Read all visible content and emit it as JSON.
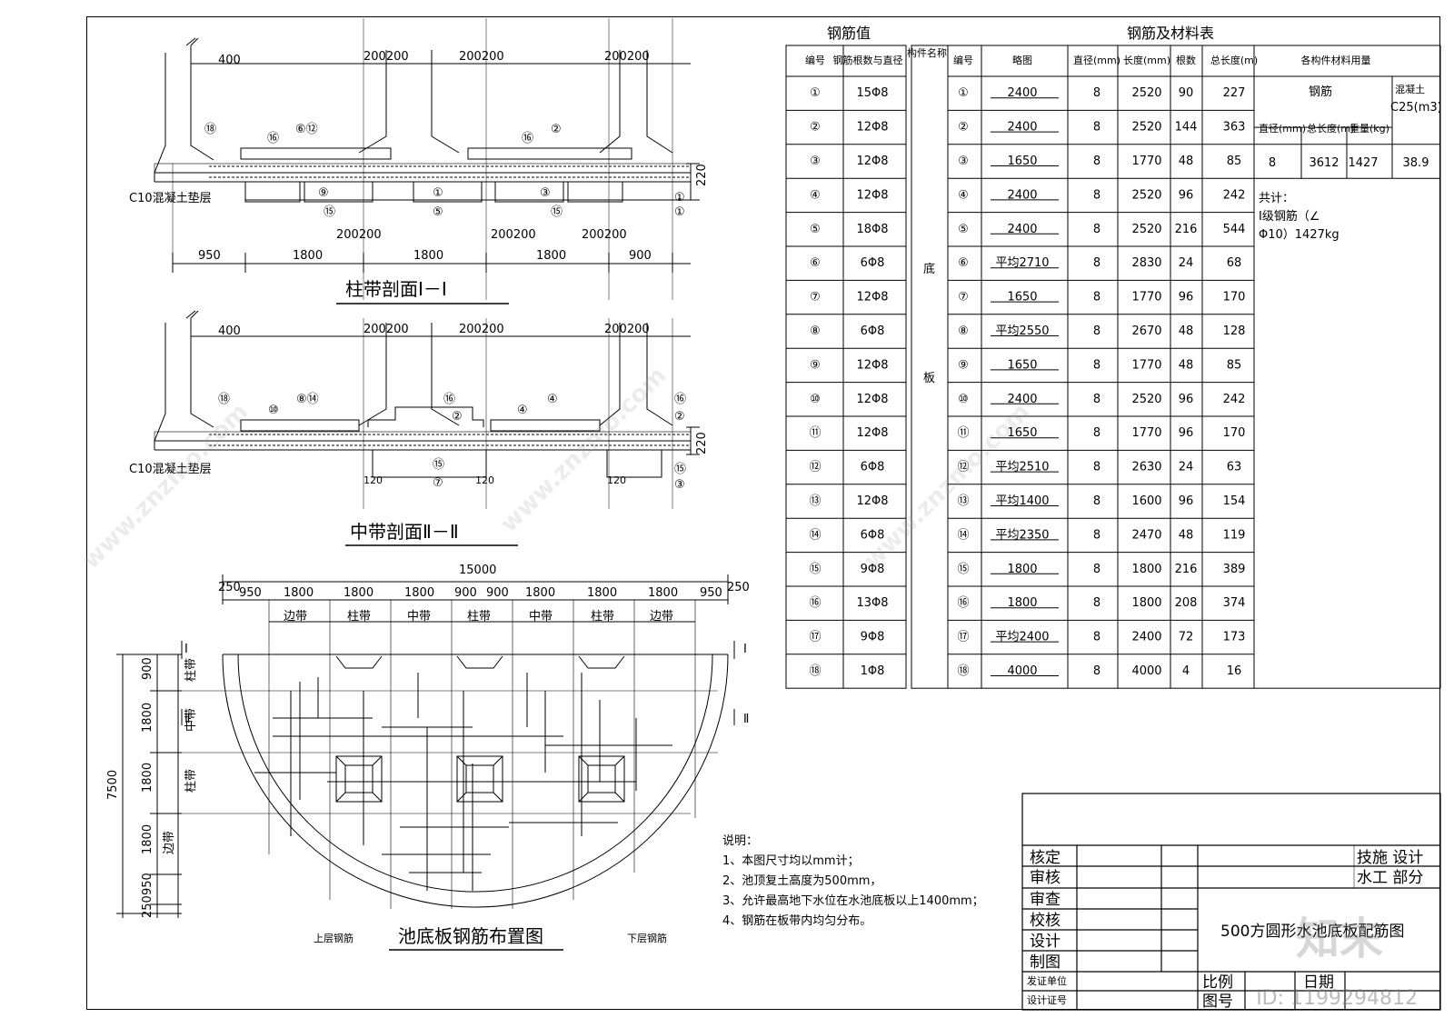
{
  "sections": {
    "section1": {
      "title": "柱带剖面Ⅰ－Ⅰ",
      "dims": [
        "950",
        "1800",
        "1800",
        "1800",
        "900"
      ],
      "top_dims": [
        "400",
        "200200",
        "200200",
        "200200"
      ],
      "mid_dims": [
        "200200",
        "200200",
        "200200"
      ],
      "height_dim": "220",
      "pad_label": "C10混凝土垫层",
      "marks": [
        "⑱",
        "⑯",
        "⑥⑫",
        "⑯",
        "②",
        "⑨",
        "①",
        "③",
        "⑮",
        "⑤",
        "⑮",
        "①",
        "①"
      ]
    },
    "section2": {
      "title": "中带剖面Ⅱ－Ⅱ",
      "top_dims": [
        "400",
        "200200",
        "200200",
        "200200"
      ],
      "height_dim": "220",
      "pad_label": "C10混凝土垫层",
      "side_dims": [
        "120",
        "120",
        "120"
      ],
      "marks": [
        "⑱",
        "⑩",
        "⑧⑭",
        "⑯",
        "②",
        "④",
        "④",
        "⑯",
        "②",
        "⑮",
        "⑦",
        "⑮",
        "③"
      ]
    },
    "plan": {
      "title": "池底板钢筋布置图",
      "total_width": "15000",
      "widths": [
        "250",
        "950",
        "1800",
        "1800",
        "1800",
        "900",
        "900",
        "1800",
        "1800",
        "1800",
        "950",
        "250"
      ],
      "bands": [
        "边带",
        "柱带",
        "中带",
        "柱带",
        "中带",
        "柱带",
        "边带"
      ],
      "v_dims": [
        "900",
        "1800",
        "1800",
        "1800",
        "950",
        "250"
      ],
      "v_bands": [
        "柱带",
        "中带",
        "柱带",
        "边带"
      ],
      "total_height": "7500",
      "section_marks": [
        "Ⅰ",
        "Ⅰ",
        "Ⅱ",
        "Ⅱ"
      ],
      "upper_label": "上层钢筋",
      "lower_label": "下层钢筋"
    }
  },
  "table_left": {
    "title": "钢筋值",
    "headers": [
      "编号",
      "钢筋根数与直径"
    ],
    "rows": [
      [
        "①",
        "15Φ8"
      ],
      [
        "②",
        "12Φ8"
      ],
      [
        "③",
        "12Φ8"
      ],
      [
        "④",
        "12Φ8"
      ],
      [
        "⑤",
        "18Φ8"
      ],
      [
        "⑥",
        "6Φ8"
      ],
      [
        "⑦",
        "12Φ8"
      ],
      [
        "⑧",
        "6Φ8"
      ],
      [
        "⑨",
        "12Φ8"
      ],
      [
        "⑩",
        "12Φ8"
      ],
      [
        "⑪",
        "12Φ8"
      ],
      [
        "⑫",
        "6Φ8"
      ],
      [
        "⑬",
        "12Φ8"
      ],
      [
        "⑭",
        "6Φ8"
      ],
      [
        "⑮",
        "9Φ8"
      ],
      [
        "⑯",
        "13Φ8"
      ],
      [
        "⑰",
        "9Φ8"
      ],
      [
        "⑱",
        "1Φ8"
      ]
    ]
  },
  "table_main": {
    "title": "钢筋及材料表",
    "headers": [
      "构件名称",
      "编号",
      "略图",
      "直径(mm)",
      "长度(mm)",
      "根数",
      "总长度(m)",
      "各构件材料用量"
    ],
    "component": [
      "底",
      "板"
    ],
    "rows": [
      [
        "①",
        "2400",
        "8",
        "2520",
        "90",
        "227"
      ],
      [
        "②",
        "2400",
        "8",
        "2520",
        "144",
        "363"
      ],
      [
        "③",
        "1650",
        "8",
        "1770",
        "48",
        "85"
      ],
      [
        "④",
        "2400",
        "8",
        "2520",
        "96",
        "242"
      ],
      [
        "⑤",
        "2400",
        "8",
        "2520",
        "216",
        "544"
      ],
      [
        "⑥",
        "平均2710",
        "8",
        "2830",
        "24",
        "68"
      ],
      [
        "⑦",
        "1650",
        "8",
        "1770",
        "96",
        "170"
      ],
      [
        "⑧",
        "平均2550",
        "8",
        "2670",
        "48",
        "128"
      ],
      [
        "⑨",
        "1650",
        "8",
        "1770",
        "48",
        "85"
      ],
      [
        "⑩",
        "2400",
        "8",
        "2520",
        "96",
        "242"
      ],
      [
        "⑪",
        "1650",
        "8",
        "1770",
        "96",
        "170"
      ],
      [
        "⑫",
        "平均2510",
        "8",
        "2630",
        "24",
        "63"
      ],
      [
        "⑬",
        "平均1400",
        "8",
        "1600",
        "96",
        "154"
      ],
      [
        "⑭",
        "平均2350",
        "8",
        "2470",
        "48",
        "119"
      ],
      [
        "⑮",
        "1800",
        "8",
        "1800",
        "216",
        "389"
      ],
      [
        "⑯",
        "1800",
        "8",
        "1800",
        "208",
        "374"
      ],
      [
        "⑰",
        "平均2400",
        "8",
        "2400",
        "72",
        "173"
      ],
      [
        "⑱",
        "4000",
        "8",
        "4000",
        "4",
        "16"
      ]
    ],
    "material": {
      "steel_label": "钢筋",
      "concrete_label": "混凝土",
      "concrete_unit": "C25(m3)",
      "sub_headers": [
        "直径(mm)",
        "总长度(m)",
        "重量(kg)"
      ],
      "values": [
        "8",
        "3612",
        "1427",
        "38.9"
      ],
      "total_1": "共计：",
      "total_2": "Ⅰ级钢筋（∠",
      "total_3": "Φ10）1427kg"
    }
  },
  "notes": {
    "title": "说明：",
    "items": [
      "1、本图尺寸均以mm计；",
      "2、池顶复土高度为500mm，",
      "3、允许最高地下水位在水池底板以上1400mm；",
      "4、钢筋在板带内均匀分布。"
    ]
  },
  "title_block": {
    "roles": [
      "核定",
      "审核",
      "审查",
      "校核",
      "设计",
      "制图",
      "发证单位",
      "设计证号"
    ],
    "org": [
      "技施 设计",
      "水工 部分"
    ],
    "drawing_title": "500方圆形水池底板配筋图",
    "scale_label": "比例",
    "date_label": "日期",
    "sheet_label": "图号"
  },
  "watermark": {
    "site": "www.znzmo.com",
    "logo": "知末",
    "id": "ID: 1199294812"
  }
}
